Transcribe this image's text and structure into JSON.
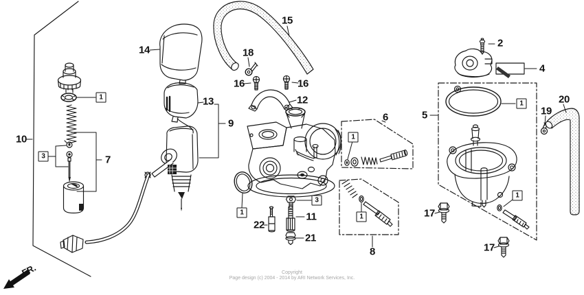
{
  "page": {
    "fr_label": "FR.",
    "copyright_line1": "Copyright",
    "copyright_line2": "Page design (c) 2004 - 2014 by ARI Network Services, Inc."
  },
  "callouts": {
    "n10": "10",
    "b1_washer": "1",
    "b3_needle": "3",
    "n7": "7",
    "n14": "14",
    "n13": "13",
    "n9": "9",
    "n15": "15",
    "n18": "18",
    "n16_left": "16",
    "n16_right": "16",
    "n12": "12",
    "b1_oring": "1",
    "b3_bolt": "3",
    "n11": "11",
    "n22": "22",
    "n21": "21",
    "n6": "6",
    "b1_box6": "1",
    "n8": "8",
    "b1_box8": "1",
    "n2": "2",
    "n4": "4",
    "n5": "5",
    "b1_gasket": "1",
    "n19": "19",
    "n20": "20",
    "n17_left": "17",
    "b1_drain": "1",
    "n17_bottom": "17"
  }
}
